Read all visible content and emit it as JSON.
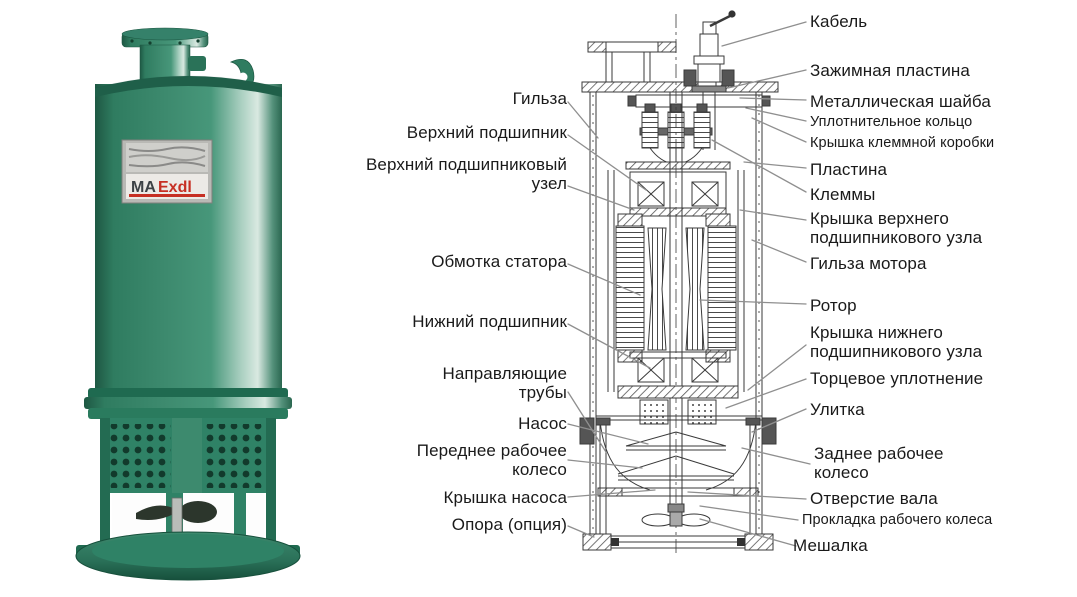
{
  "photo": {
    "nameplate": {
      "brand": "MA",
      "model": "Exdl"
    }
  },
  "labels": {
    "left": [
      {
        "text": "Гильза"
      },
      {
        "text": "Верхний подшипник"
      },
      {
        "text": "Верхний подшипниковый\nузел"
      },
      {
        "text": "Обмотка статора"
      },
      {
        "text": "Нижний подшипник"
      },
      {
        "text": "Направляющие\nтрубы"
      },
      {
        "text": "Насос"
      },
      {
        "text": "Переднее рабочее\nколесо"
      },
      {
        "text": "Крышка насоса"
      },
      {
        "text": "Опора (опция)"
      }
    ],
    "right": [
      {
        "text": "Кабель"
      },
      {
        "text": "Зажимная пластина"
      },
      {
        "text": "Металлическая шайба"
      },
      {
        "text": "Уплотнительное кольцо"
      },
      {
        "text": "Крышка клеммной коробки"
      },
      {
        "text": "Пластина"
      },
      {
        "text": "Клеммы"
      },
      {
        "text": "Крышка верхнего\nподшипникового узла"
      },
      {
        "text": "Гильза мотора"
      },
      {
        "text": "Ротор"
      },
      {
        "text": "Крышка нижнего\nподшипникового узла"
      },
      {
        "text": "Торцевое уплотнение"
      },
      {
        "text": "Улитка"
      },
      {
        "text": "Заднее рабочее\nколесо"
      },
      {
        "text": "Отверстие вала"
      },
      {
        "text": "Прокладка рабочего колеса"
      },
      {
        "text": "Мешалка"
      }
    ]
  },
  "colors": {
    "leader": "#8f8f8f",
    "line": "#3a3a3a",
    "pump_green": "#3d8a6e",
    "pump_green_dark": "#1c5742",
    "pump_green_light": "#cfe4da",
    "nameplate_red": "#c62f23"
  }
}
